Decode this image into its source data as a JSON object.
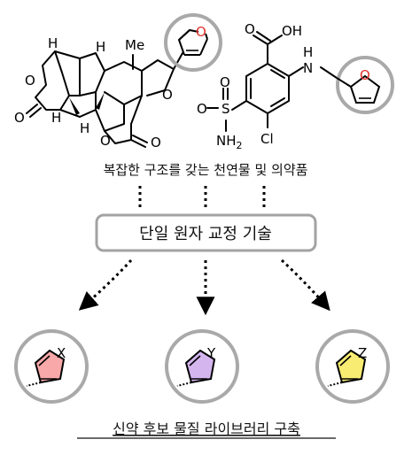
{
  "natural_product": {
    "methyl_label": "Me",
    "h_labels": [
      "H",
      "H",
      "H",
      "H"
    ],
    "o_labels": [
      "O",
      "O",
      "O",
      "O",
      "O"
    ],
    "furan_o": "O"
  },
  "drug": {
    "cooh_oh": "OH",
    "cooh_o": "O",
    "nh_label": "H",
    "n_label": "N",
    "sulfonyl_s": "S",
    "sulfonyl_o": "O",
    "nh2_label": "NH",
    "nh2_sub": "2",
    "cl_label": "Cl",
    "furan_o": "O"
  },
  "caption_top": "복잡한 구조를 갖는 천연물 및 의약품",
  "technique_box": "단일 원자 교정 기술",
  "variants": [
    {
      "atom": "X",
      "fill": "#f8a8a8"
    },
    {
      "atom": "Y",
      "fill": "#d4b5ee"
    },
    {
      "atom": "Z",
      "fill": "#f8ed72"
    }
  ],
  "caption_bottom": "신약 후보 물질 라이브러리 구축",
  "colors": {
    "hetero_o": "#e0312b",
    "ring_circle": "#a9a9a9",
    "box_border": "#a3a3a3"
  }
}
